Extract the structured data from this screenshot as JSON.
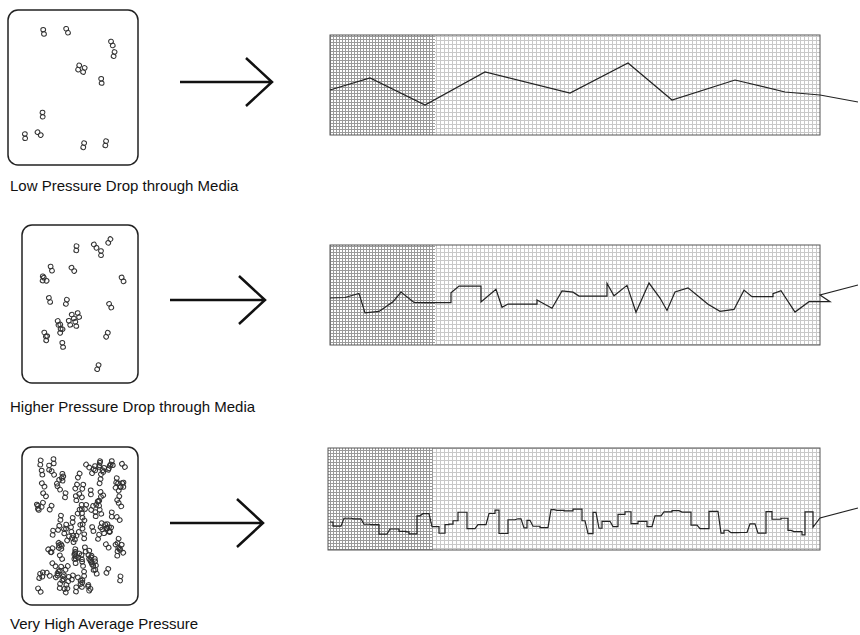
{
  "diagram": {
    "labels": [
      "Low Pressure Drop through Media",
      "Higher Pressure Drop through Media",
      "Very High Average Pressure"
    ]
  }
}
